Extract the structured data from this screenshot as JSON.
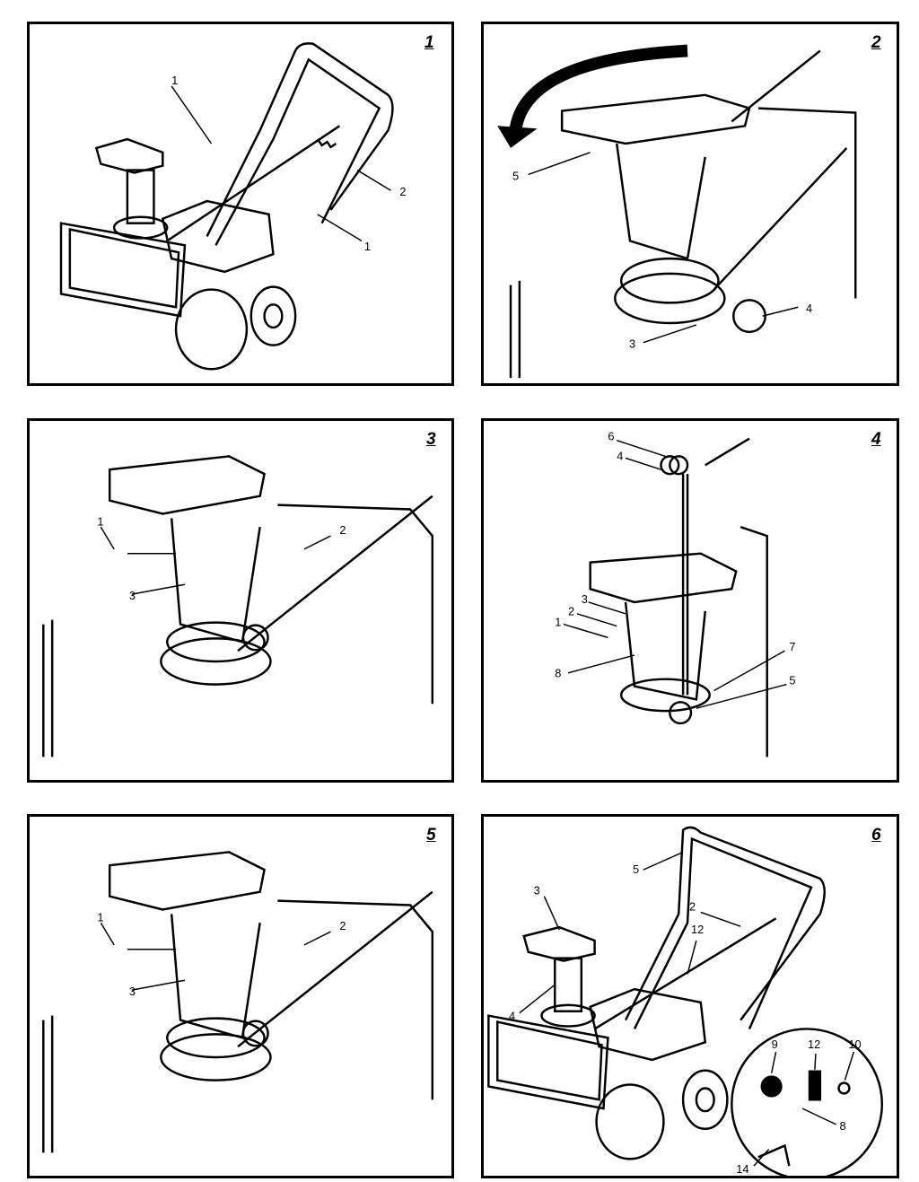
{
  "figures": [
    {
      "number": "1",
      "callouts": [
        "1",
        "2",
        "1"
      ]
    },
    {
      "number": "2",
      "callouts": [
        "5",
        "4",
        "3"
      ]
    },
    {
      "number": "3",
      "callouts": [
        "1",
        "2",
        "3"
      ]
    },
    {
      "number": "4",
      "callouts": [
        "6",
        "4",
        "3",
        "2",
        "1",
        "7",
        "8",
        "5"
      ]
    },
    {
      "number": "5",
      "callouts": [
        "1",
        "2",
        "3"
      ]
    },
    {
      "number": "6",
      "callouts": [
        "5",
        "3",
        "2",
        "12",
        "4",
        "9",
        "12",
        "10",
        "8",
        "14"
      ]
    }
  ]
}
